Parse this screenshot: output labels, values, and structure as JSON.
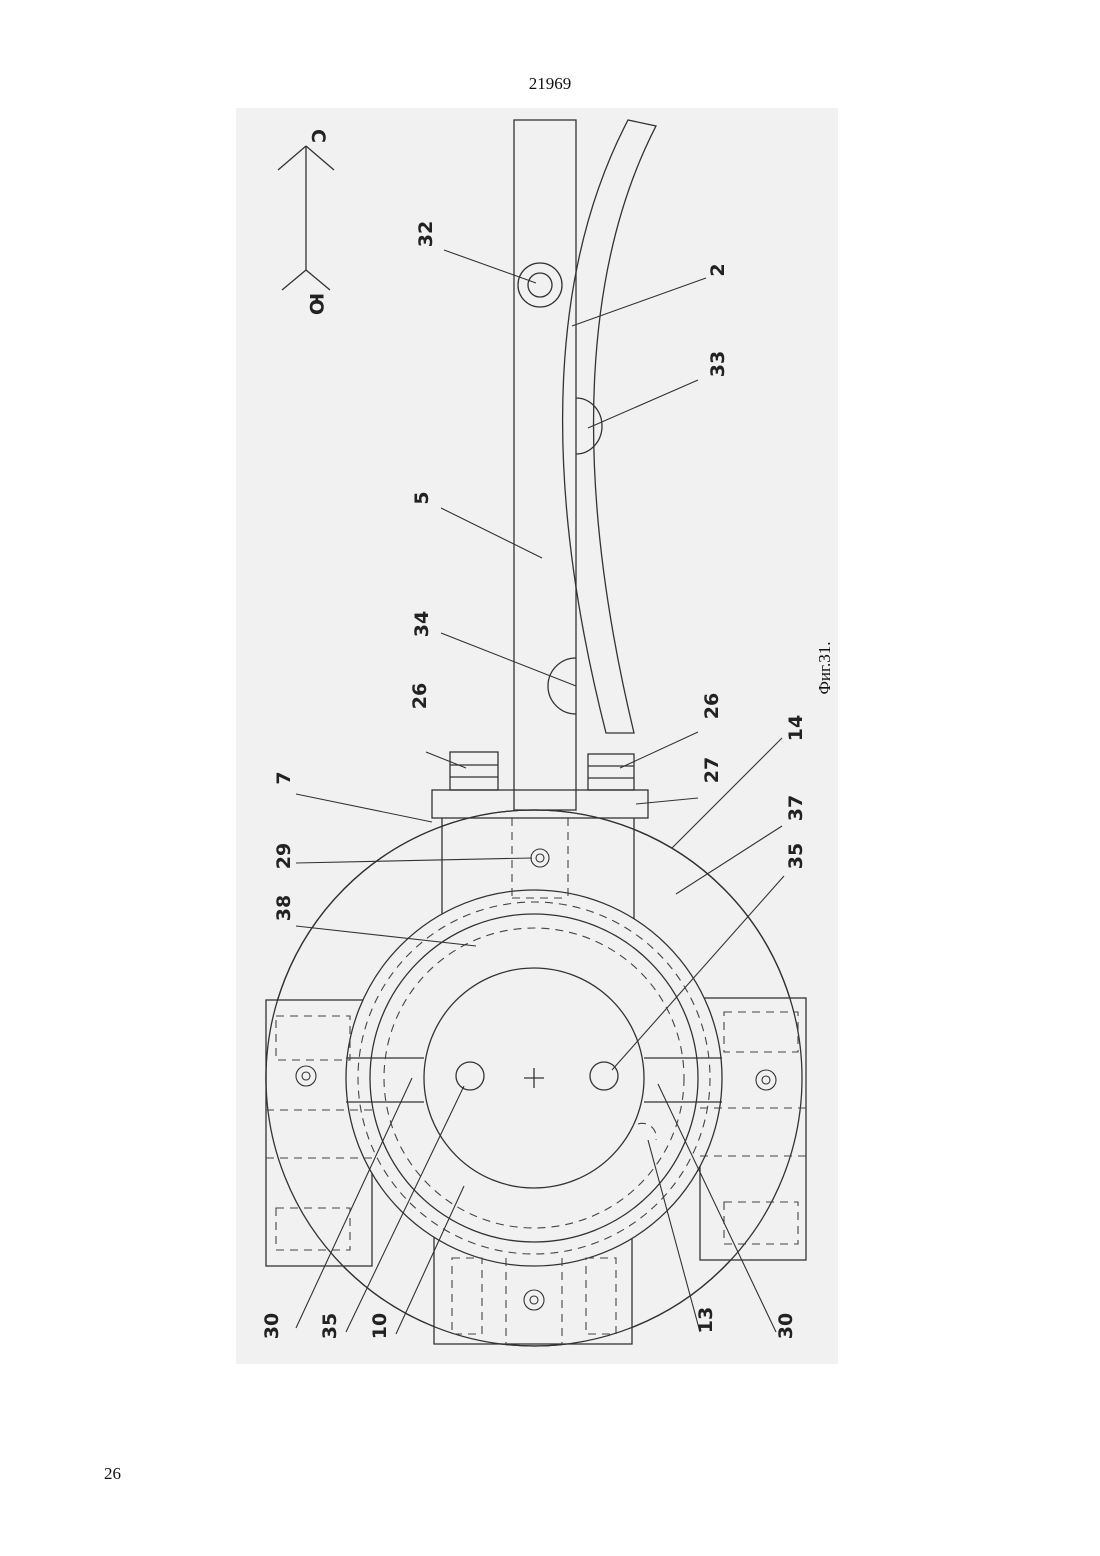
{
  "page": {
    "header_number": "21969",
    "page_number": "26"
  },
  "figure": {
    "caption": "Фиг.31.",
    "compass": {
      "north": "С",
      "south": "Ю"
    },
    "labels": {
      "l2": "2",
      "l5": "5",
      "l7": "7",
      "l10": "10",
      "l13": "13",
      "l14": "14",
      "l26a": "26",
      "l26b": "26",
      "l27": "27",
      "l29": "29",
      "l30a": "30",
      "l30b": "30",
      "l32": "32",
      "l33": "33",
      "l34": "34",
      "l35a": "35",
      "l35b": "35",
      "l37": "37",
      "l38": "38"
    }
  }
}
